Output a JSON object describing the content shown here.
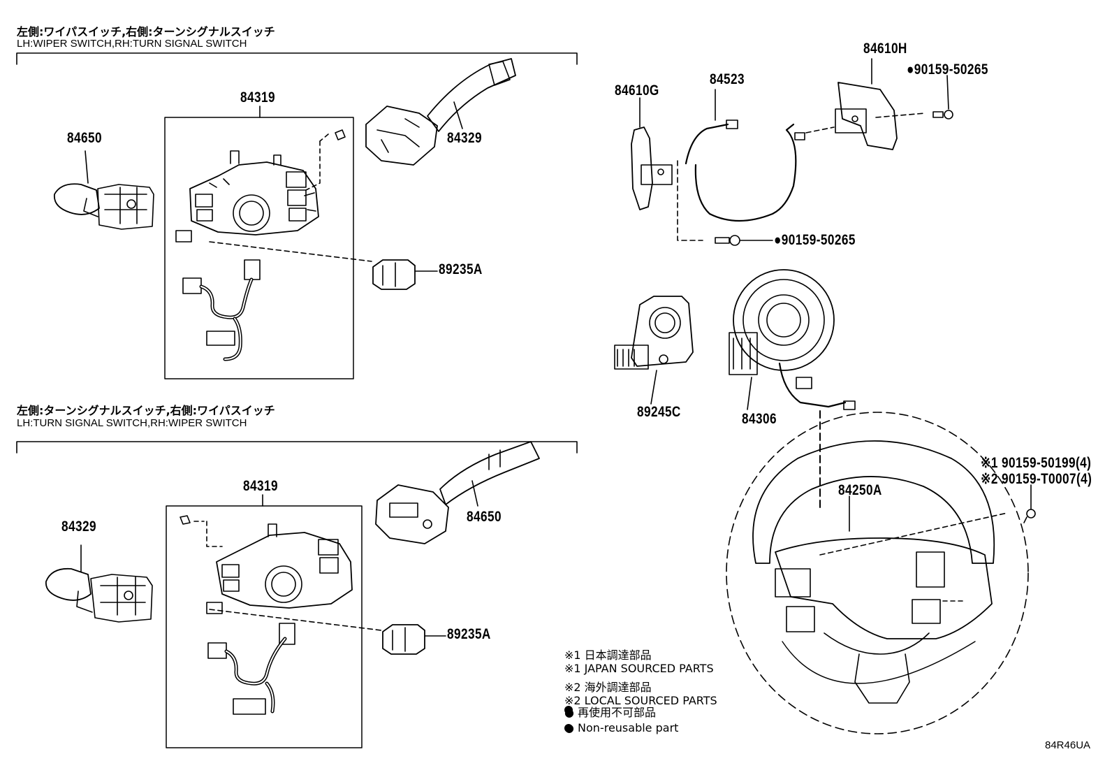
{
  "sections": {
    "top": {
      "title_jp": "左側:ワイパスイッチ,右側:ターンシグナルスイッチ",
      "title_en": "LH:WIPER SWITCH,RH:TURN SIGNAL SWITCH"
    },
    "bottom": {
      "title_jp": "左側:ターンシグナルスイッチ,右側:ワイパスイッチ",
      "title_en": "LH:TURN SIGNAL SWITCH,RH:WIPER SWITCH"
    }
  },
  "parts": {
    "p84650_top": "84650",
    "p84319_top": "84319",
    "p84329_top": "84329",
    "p89235A_top": "89235A",
    "p84329_bot": "84329",
    "p84319_bot": "84319",
    "p84650_bot": "84650",
    "p89235A_bot": "89235A",
    "p84610G": "84610G",
    "p84523": "84523",
    "p84610H": "84610H",
    "p90159_50265_a": "●90159-50265",
    "p90159_50265_b": "●90159-50265",
    "p89245C": "89245C",
    "p84306": "84306",
    "p84250A": "84250A",
    "p_note1": "※1 90159-50199(4)",
    "p_note2": "※2 90159-T0007(4)"
  },
  "legend": {
    "l1": "※1 日本調達部品",
    "l2": "※1 JAPAN SOURCED PARTS",
    "l3": "※2 海外調達部品",
    "l4": "※2 LOCAL SOURCED PARTS",
    "l5": "● 再使用不可部品",
    "l6": "● Non-reusable part"
  },
  "diagram_code": "84R46UA"
}
